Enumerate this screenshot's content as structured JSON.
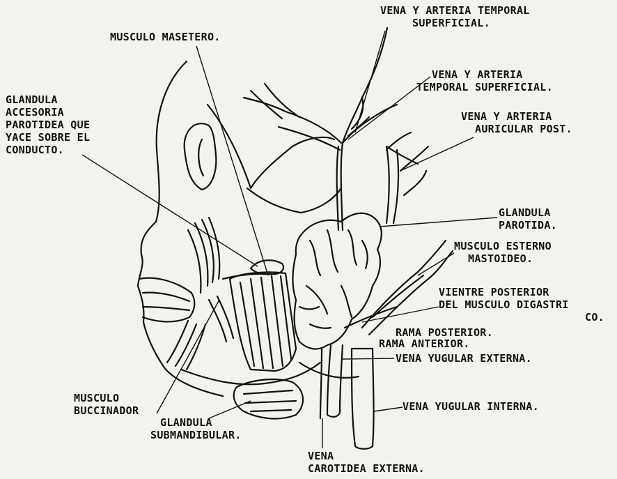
{
  "labels": {
    "temporal_top": [
      "VENA Y ARTERIA TEMPORAL",
      "SUPERFICIAL."
    ],
    "masetero": [
      "MUSCULO MASETERO."
    ],
    "accesoria": [
      "GLANDULA",
      "ACCESORIA",
      "PAROTIDEA QUE",
      "YACE SOBRE EL",
      "CONDUCTO."
    ],
    "temporal_mid": [
      "VENA Y ARTERIA",
      "TEMPORAL  SUPERFICIAL."
    ],
    "auricular": [
      "VENA  Y  ARTERIA",
      "AURICULAR POST."
    ],
    "parotida": [
      "GLANDULA",
      "PAROTIDA."
    ],
    "esterno": [
      "MUSCULO ESTERNO",
      "MASTOIDEO."
    ],
    "digastrico": [
      "VIENTRE POSTERIOR",
      "DEL MUSCULO DIGASTRI",
      "CO."
    ],
    "rama_posterior": [
      "RAMA POSTERIOR."
    ],
    "rama_anterior": [
      "RAMA  ANTERIOR."
    ],
    "yugular_ext": [
      "VENA YUGULAR EXTERNA."
    ],
    "buccinador": [
      "MUSCULO",
      "BUCCINADOR"
    ],
    "submandibular": [
      "GLANDULA",
      "SUBMANDIBULAR."
    ],
    "yugular_int": [
      "VENA YUGULAR INTERNA."
    ],
    "carotidea": [
      "VENA",
      "CAROTIDEA EXTERNA."
    ]
  },
  "colors": {
    "ink": "#111111",
    "paper": "#f2f2ef"
  }
}
